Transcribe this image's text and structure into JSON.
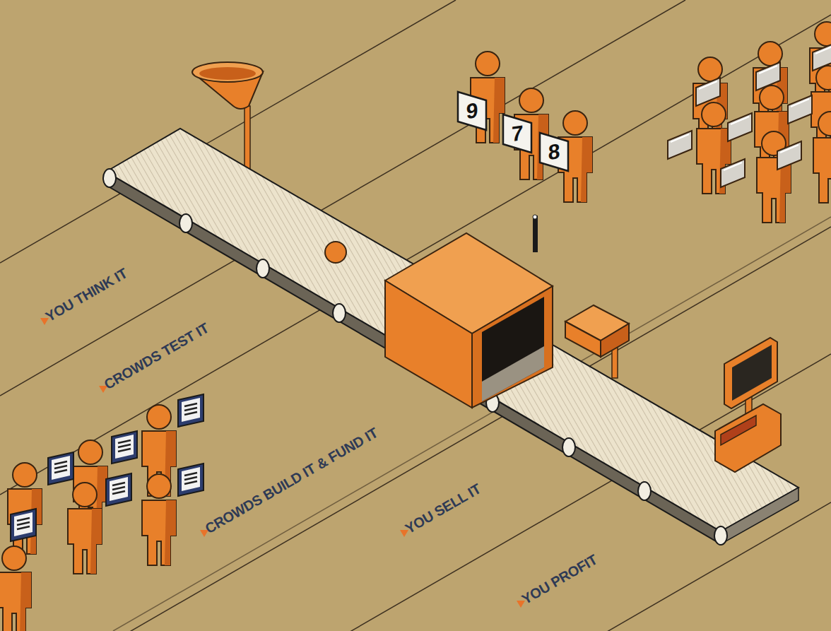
{
  "diagram": {
    "labels": [
      "YOU THINK IT",
      "CROWDS TEST IT",
      "CROWDS BUILD IT & FUND IT",
      "YOU SELL IT",
      "YOU PROFIT",
      "9",
      "7",
      "8"
    ]
  }
}
